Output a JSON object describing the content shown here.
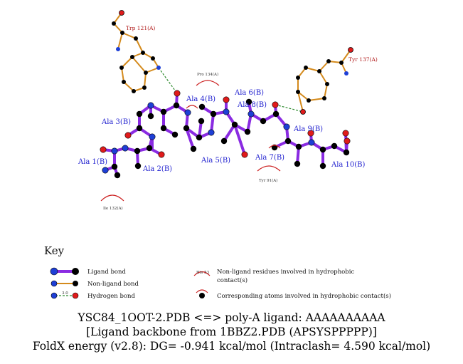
{
  "colors": {
    "ligand_bond": "#8a2be2",
    "nonligand_bond": "#d48a1c",
    "hbond": "#2e8b2e",
    "residue_label": "#1f1fcf",
    "hydrophobic_label": "#b01818",
    "nitrogen": "#1e3fd6",
    "oxygen": "#e01b1b",
    "carbon": "#000000"
  },
  "ligand_residues": {
    "ala1": "Ala 1(B)",
    "ala2": "Ala 2(B)",
    "ala3": "Ala 3(B)",
    "ala4": "Ala 4(B)",
    "ala5": "Ala 5(B)",
    "ala6": "Ala 6(B)",
    "ala7": "Ala 7(B)",
    "ala8": "Ala 8(B)",
    "ala9": "Ala 9(B)",
    "ala10": "Ala 10(B)"
  },
  "protein_residues": {
    "trp121": "Trp 121(A)",
    "tyr137": "Tyr 137(A)"
  },
  "hydrophobic_residues": {
    "pro134": "Pro 134(A)",
    "tyr91": "Tyr 91(A)",
    "ile132": "Ile 132(A)"
  },
  "key": {
    "title": "Key",
    "ligand_bond": "Ligand bond",
    "nonligand_bond": "Non-ligand bond",
    "hydrogen_bond": "Hydrogen bond",
    "hbond_length": "3.0",
    "sample_residue": "His 53",
    "nonligand_hydrophobic_line1": "Non-ligand residues involved in hydrophobic",
    "nonligand_hydrophobic_line2": "contact(s)",
    "corresponding_atoms": "Corresponding atoms involved in hydrophobic contact(s)"
  },
  "caption": {
    "line1": "YSC84_1OOT-2.PDB <=> poly-A ligand: AAAAAAAAAA",
    "line2": "[Ligand backbone from 1BBZ2.PDB (APSYSPPPPP)]",
    "line3": "FoldX energy (v2.8): DG= -0.941 kcal/mol (Intraclash= 4.590 kcal/mol)"
  }
}
